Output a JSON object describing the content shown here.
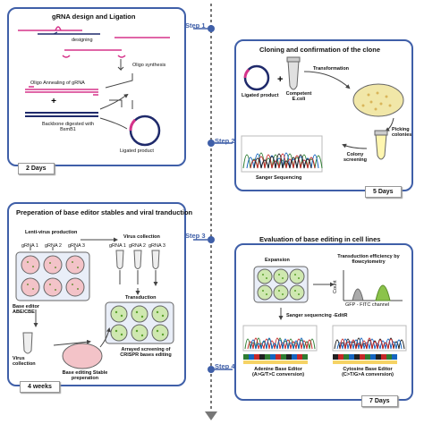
{
  "timeline": {
    "steps": [
      "Step 1",
      "Step 2",
      "Step 3",
      "Step 4"
    ]
  },
  "panel_grna": {
    "title": "gRNA design and Ligation",
    "designing": "designing",
    "oligo_synthesis": "Oligo synthesis",
    "oligo_annealing": "Oligo Annealing of gRNA",
    "backbone": "Backbone digested with BsmB1",
    "ligated": "Ligated product",
    "duration": "2 Days"
  },
  "panel_clone": {
    "title": "Cloning and confirmation of the clone",
    "ligated": "Ligated product",
    "competent": "Competent E.coli",
    "transformation": "Transformation",
    "picking": "Picking colonies",
    "colony": "Colony screening",
    "sanger": "Sanger Sequencing",
    "duration": "5 Days"
  },
  "panel_stables": {
    "title": "Preperation of base editor stables and viral tranduction",
    "lenti": "Lenti-virus production",
    "virus_collection": "Virus collection",
    "grna1": "gRNA 1",
    "grna2": "gRNA 2",
    "grna3": "gRNA 3",
    "base_editor": "Base editor ABE/CBE",
    "transduction": "Transduction",
    "virus_collection2": "Virus collection",
    "stable": "Base editing Stable preperation",
    "arrayed": "Arrayed screening of CRISPR bases editing",
    "duration": "4 weeks"
  },
  "panel_eval": {
    "title": "Evaluation of base editing in cell lines",
    "expansion": "Expansion",
    "efficiency": "Transduction efficiency by flowcytometry",
    "count": "Count",
    "gfp": "GFP - FITC channel",
    "sanger": "Sanger sequencing -EditR",
    "abe": "Adenine Base Editor (A>G/T>C conversion)",
    "cbe": "Cytosine Base Editor (C>T/G>A conversion)",
    "duration": "7 Days"
  },
  "colors": {
    "panel_border": "#3f5fa8",
    "magenta": "#d6338a",
    "navy": "#1f2a6b",
    "petri": "#f1e7a8",
    "cells_green": "#8bc34a"
  }
}
